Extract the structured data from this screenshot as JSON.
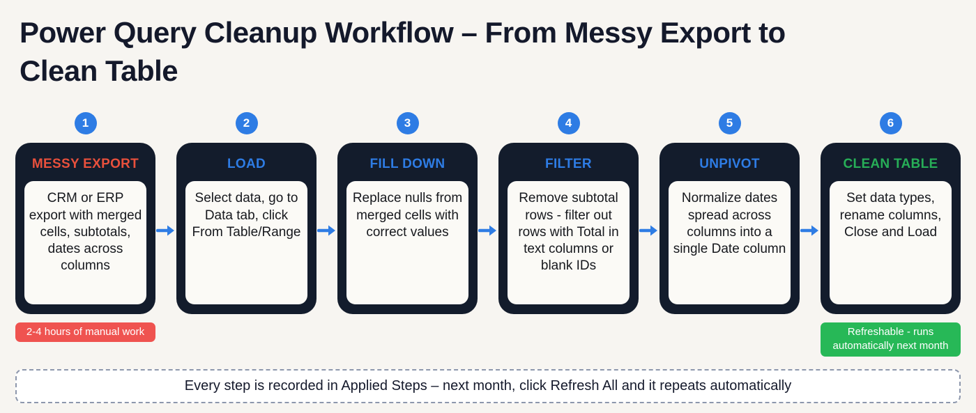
{
  "page": {
    "title": "Power Query Cleanup Workflow – From Messy Export to Clean Table",
    "footer_note": "Every step is recorded in Applied Steps – next month, click Refresh All and it repeats automatically"
  },
  "colors": {
    "background": "#f7f5f1",
    "card_background": "#131c2c",
    "accent_blue": "#2e7ce4",
    "title_text": "#14192b"
  },
  "steps": [
    {
      "number": "1",
      "label": "MESSY EXPORT",
      "label_color": "#e8503c",
      "description": "CRM or ERP export with merged cells, subtotals, dates across columns",
      "badge": {
        "text": "2-4 hours of manual work",
        "color": "#ef5350"
      }
    },
    {
      "number": "2",
      "label": "LOAD",
      "label_color": "#2e7ce4",
      "description": "Select data, go to Data tab, click From Table/Range"
    },
    {
      "number": "3",
      "label": "FILL DOWN",
      "label_color": "#2e7ce4",
      "description": "Replace nulls from merged cells with correct values"
    },
    {
      "number": "4",
      "label": "FILTER",
      "label_color": "#2e7ce4",
      "description": "Remove subtotal rows - filter out rows with Total in text columns or blank IDs"
    },
    {
      "number": "5",
      "label": "UNPIVOT",
      "label_color": "#2e7ce4",
      "description": "Normalize dates spread across columns into a single Date column"
    },
    {
      "number": "6",
      "label": "CLEAN TABLE",
      "label_color": "#27ae57",
      "description": "Set data types, rename columns, Close and Load",
      "badge": {
        "text": "Refreshable - runs automatically next month",
        "color": "#27b857"
      }
    }
  ]
}
